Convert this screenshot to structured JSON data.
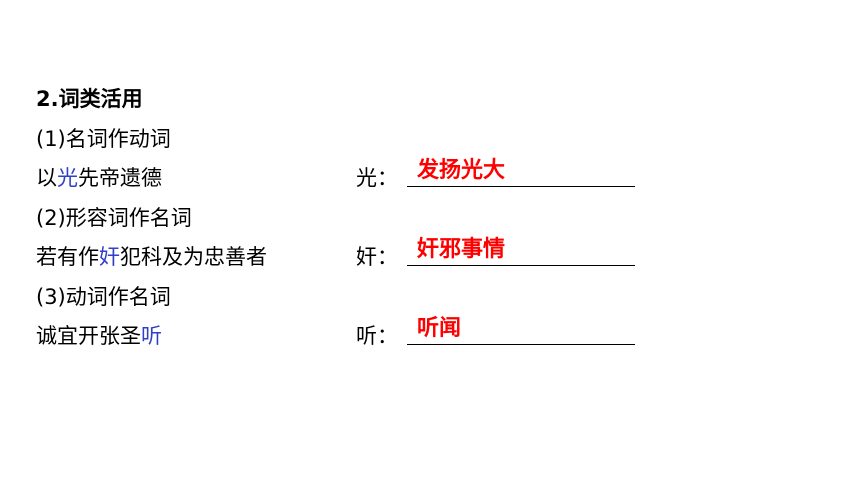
{
  "section_title": "2.词类活用",
  "groups": [
    {
      "label": "(1)名词作动词",
      "sentence": {
        "before": "以",
        "highlight": "光",
        "after": "先帝遗德"
      },
      "word": "光",
      "colon": "：",
      "answer": "发扬光大"
    },
    {
      "label": "(2)形容词作名词",
      "sentence": {
        "before": "若有作",
        "highlight": "奸",
        "after": "犯科及为忠善者"
      },
      "word": "奸",
      "colon": "：",
      "answer": "奸邪事情"
    },
    {
      "label": "(3)动词作名词",
      "sentence": {
        "before": "诚宜开张圣",
        "highlight": "听",
        "after": ""
      },
      "word": "听",
      "colon": "：",
      "answer": "听闻"
    }
  ],
  "colors": {
    "highlight": "#2f3fc6",
    "answer": "#ff0000",
    "text": "#000000"
  }
}
